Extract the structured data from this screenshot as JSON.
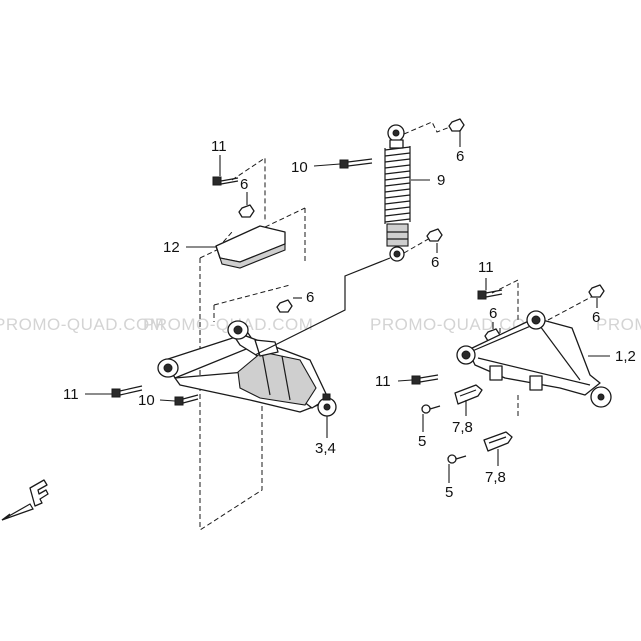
{
  "watermark": "PROMO-QUAD.COM",
  "callouts": {
    "c11a": "11",
    "c6a": "6",
    "c12": "12",
    "c10a": "10",
    "c9": "9",
    "c6b": "6",
    "c6c": "6",
    "c6d": "6",
    "c11b": "11",
    "c10b": "10",
    "c34": "3,4",
    "c11c": "11",
    "c6e": "6",
    "c6f": "6",
    "c12r": "1,2",
    "c11d": "11",
    "c5a": "5",
    "c78a": "7,8",
    "c5b": "5",
    "c78b": "7,8"
  },
  "colors": {
    "line": "#1a1a1a",
    "watermark": "#d4d4d4"
  },
  "icons": {
    "direction": "front-direction-arrow-icon"
  }
}
